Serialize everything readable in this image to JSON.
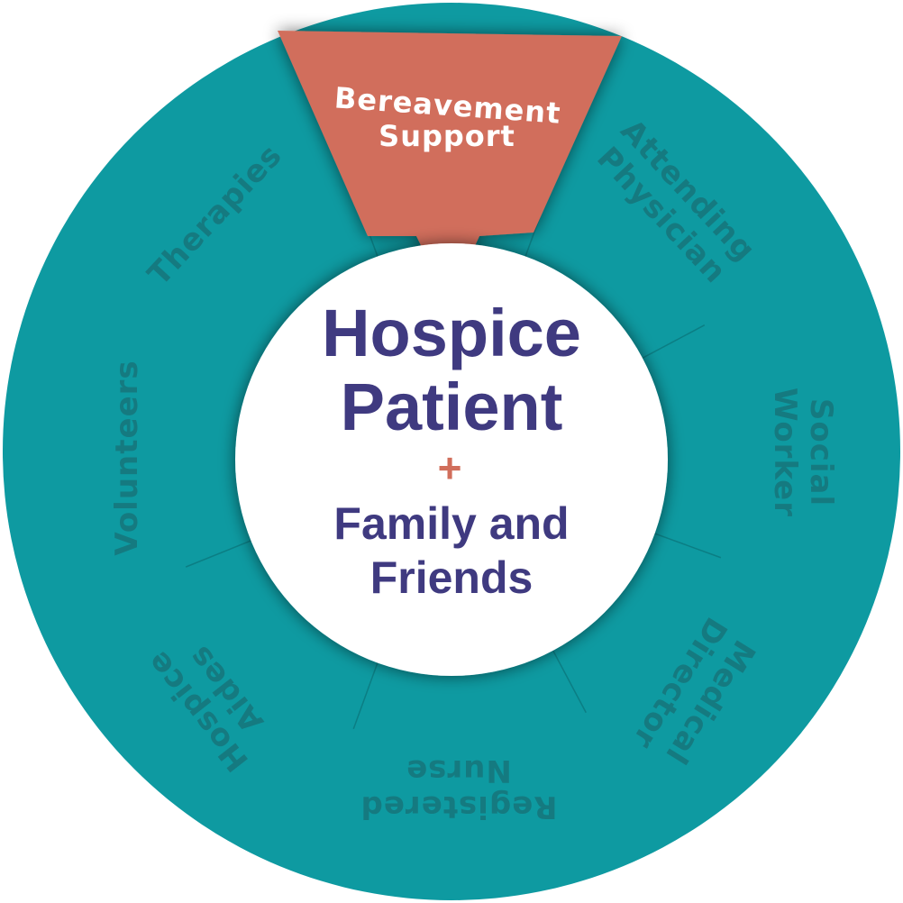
{
  "colors": {
    "ring": "#0e9aa1",
    "ring_text": "#157a80",
    "highlight": "#d16e5b",
    "center_text": "#3f3a80",
    "plus": "#d16e5b"
  },
  "center": {
    "line1": "Hospice",
    "line2": "Patient",
    "plus": "+",
    "line3": "Family and",
    "line4": "Friends"
  },
  "highlight_segment": {
    "line1": "Bereavement",
    "line2": "Support"
  },
  "segments": [
    {
      "id": "attending-physician",
      "line1": "Attending",
      "line2": "Physician"
    },
    {
      "id": "social-worker",
      "line1": "Social",
      "line2": "Worker"
    },
    {
      "id": "medical-director",
      "line1": "Medical",
      "line2": "Director"
    },
    {
      "id": "registered-nurse",
      "line1": "Registered",
      "line2": "Nurse"
    },
    {
      "id": "hospice-aides",
      "line1": "Hospice",
      "line2": "Aides"
    },
    {
      "id": "volunteers",
      "line1": "Volunteers",
      "line2": ""
    },
    {
      "id": "therapies",
      "line1": "Therapies",
      "line2": ""
    }
  ]
}
